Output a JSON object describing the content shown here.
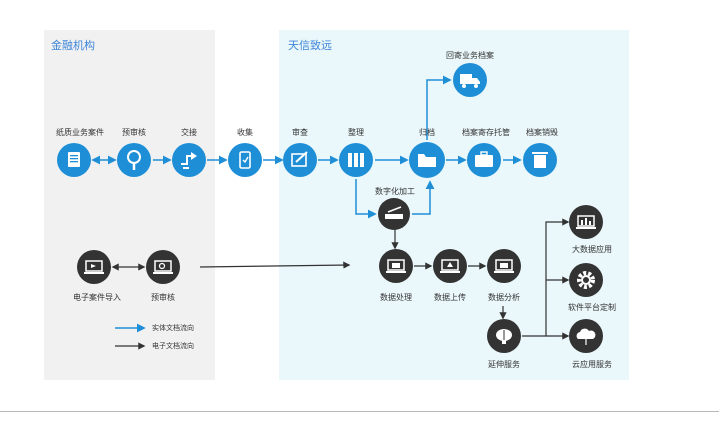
{
  "sections": {
    "left_title": "金融机构",
    "right_title": "天信致远"
  },
  "colors": {
    "blue": "#1e8fd6",
    "dark": "#333333",
    "left_bg": "#f1f1f2",
    "right_bg": "#eaf7fb"
  },
  "nodes": {
    "paper_case": "纸质业务案件",
    "pre_review": "预审核",
    "handover": "交接",
    "collect": "收集",
    "review": "审查",
    "organize": "整理",
    "archive": "归档",
    "storage_trust": "档案寄存托管",
    "destroy": "档案销毁",
    "mail_archive": "回寄业务档案",
    "digitize": "数字化加工",
    "e_import": "电子案件导入",
    "e_pre_review": "预审核",
    "data_process": "数据处理",
    "data_upload": "数据上传",
    "data_analysis": "数据分析",
    "extend_service": "延伸服务",
    "big_data": "大数据应用",
    "custom_platform": "软件平台定制",
    "cloud_service": "云应用服务"
  },
  "legend": {
    "physical": "实体文档流向",
    "electronic": "电子文档流向"
  },
  "icons": {
    "paper_case": "document-icon",
    "pre_review": "magnifier-icon",
    "handover": "handover-icon",
    "collect": "phone-check-icon",
    "review": "edit-icon",
    "organize": "binders-icon",
    "archive": "folder-icon",
    "storage_trust": "briefcase-icon",
    "destroy": "trash-icon",
    "mail_archive": "truck-icon",
    "digitize": "scanner-icon",
    "e_import": "laptop-import-icon",
    "e_pre_review": "laptop-search-icon",
    "data_process": "laptop-mail-icon",
    "data_upload": "laptop-upload-icon",
    "data_analysis": "laptop-analysis-icon",
    "extend_service": "brain-icon",
    "big_data": "laptop-chart-icon",
    "custom_platform": "gear-icon",
    "cloud_service": "cloud-icon"
  }
}
